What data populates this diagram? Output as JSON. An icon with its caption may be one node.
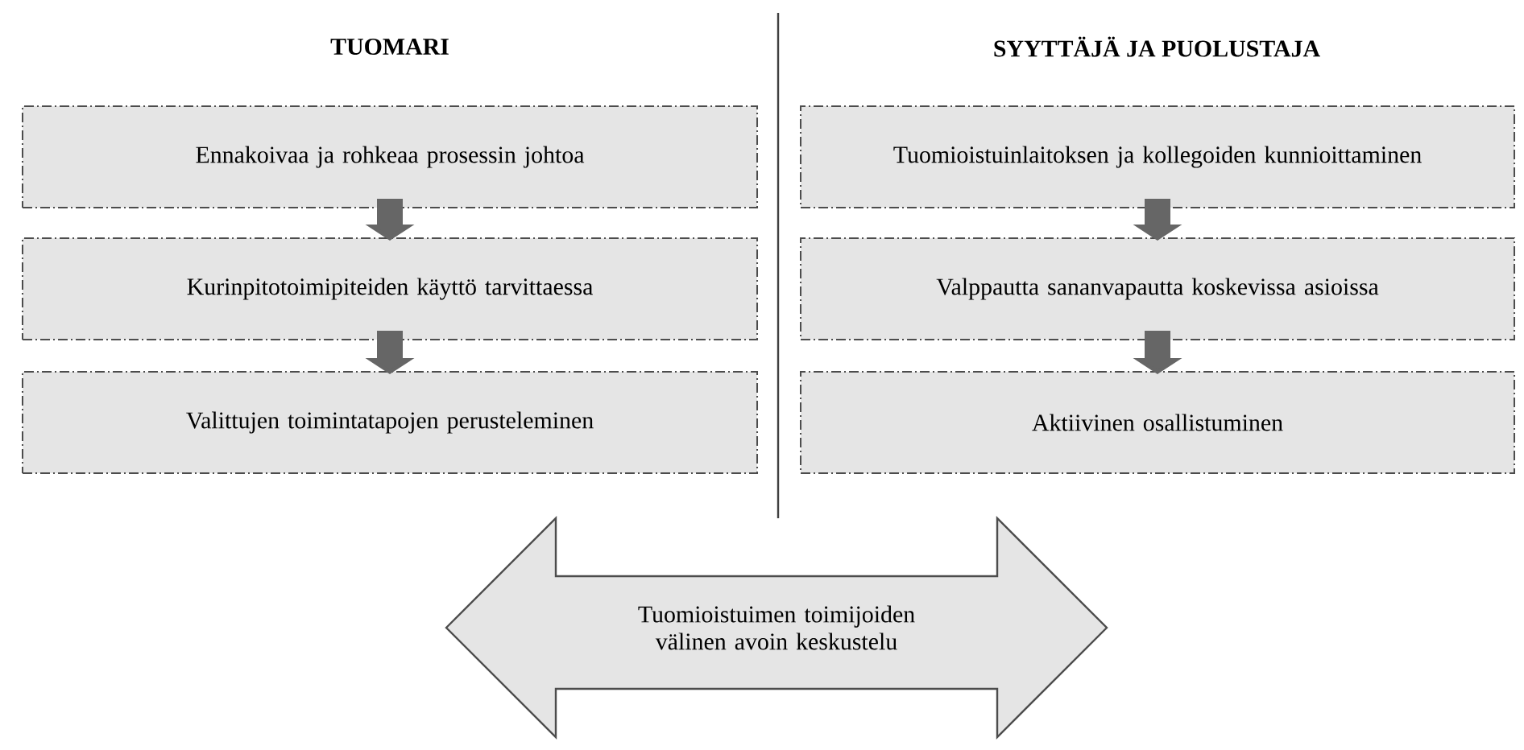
{
  "diagram": {
    "nodes": [
      {
        "text": [
          "Ennakoivaa ja rohkeaa prosessin johtoa"
        ]
      },
      {
        "text": [
          "Kurinpitotoimipiteiden käyttö tarvittaessa"
        ]
      },
      {
        "text": [
          "Valittujen toimintatapojen perusteleminen"
        ]
      },
      {
        "text": [
          "Tuomioistuinlaitoksen ja kollegoiden kunnioittaminen"
        ]
      },
      {
        "text": [
          "Valppautta sananvapautta koskevissa asioissa"
        ]
      },
      {
        "text": [
          "Aktiivinen osallistuminen"
        ]
      },
      {
        "text": [
          "Tuomioistuimen toimijoiden välinen avoin keskustelu"
        ]
      }
    ],
    "edges": [
      {
        "from": 0,
        "to": 1,
        "arrow": "to"
      },
      {
        "from": 1,
        "to": 2,
        "arrow": "to"
      },
      {
        "from": 3,
        "to": 4,
        "arrow": "to"
      },
      {
        "from": 4,
        "to": 5,
        "arrow": "to"
      }
    ],
    "labels": [
      "TUOMARI",
      "SYYTTÄJÄ JA PUOLUSTAJA"
    ]
  }
}
